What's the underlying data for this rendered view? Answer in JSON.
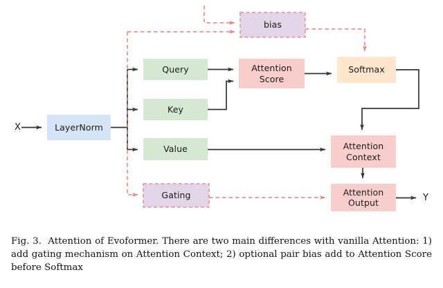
{
  "figure": {
    "caption_prefix": "Fig. 3.",
    "caption_text": "Attention of Evoformer. There are two main differences with vanilla Attention: 1) add gating mechanism on Attention Context; 2) optional pair bias add to Attention Score before Softmax"
  },
  "diagram": {
    "title": "Attention of Evoformer",
    "input_label": "X",
    "output_label": "Y",
    "colors": {
      "layernorm_fill": "#d6e4f7",
      "projection_fill": "#d5e8d4",
      "attention_fill": "#f8cecc",
      "softmax_fill": "#ffe6cc",
      "optional_fill": "#e1d5e7",
      "solid_edge": "#333333",
      "dashed_edge": "#e8817c"
    },
    "nodes": [
      {
        "id": "layernorm",
        "label": "LayerNorm",
        "fill": "#d6e4f7",
        "style": "solid"
      },
      {
        "id": "query",
        "label": "Query",
        "fill": "#d5e8d4",
        "style": "solid"
      },
      {
        "id": "key",
        "label": "Key",
        "fill": "#d5e8d4",
        "style": "solid"
      },
      {
        "id": "value",
        "label": "Value",
        "fill": "#d5e8d4",
        "style": "solid"
      },
      {
        "id": "attention_score",
        "label": "Attention\nScore",
        "fill": "#f8cecc",
        "style": "solid"
      },
      {
        "id": "softmax",
        "label": "Softmax",
        "fill": "#ffe6cc",
        "style": "solid"
      },
      {
        "id": "attention_context",
        "label": "Attention\nContext",
        "fill": "#f8cecc",
        "style": "solid"
      },
      {
        "id": "attention_output",
        "label": "Attention\nOutput",
        "fill": "#f8cecc",
        "style": "solid"
      },
      {
        "id": "bias",
        "label": "bias",
        "fill": "#e1d5e7",
        "style": "dashed"
      },
      {
        "id": "gating",
        "label": "Gating",
        "fill": "#e1d5e7",
        "style": "dashed"
      }
    ],
    "edges": [
      {
        "from": "X",
        "to": "layernorm",
        "style": "solid"
      },
      {
        "from": "layernorm",
        "to": "query",
        "style": "solid"
      },
      {
        "from": "layernorm",
        "to": "key",
        "style": "solid"
      },
      {
        "from": "layernorm",
        "to": "value",
        "style": "solid"
      },
      {
        "from": "query",
        "to": "attention_score",
        "style": "solid"
      },
      {
        "from": "key",
        "to": "attention_score",
        "style": "solid"
      },
      {
        "from": "attention_score",
        "to": "softmax",
        "style": "solid"
      },
      {
        "from": "softmax",
        "to": "attention_context",
        "style": "solid"
      },
      {
        "from": "value",
        "to": "attention_context",
        "style": "solid"
      },
      {
        "from": "attention_context",
        "to": "attention_output",
        "style": "solid"
      },
      {
        "from": "attention_output",
        "to": "Y",
        "style": "solid"
      },
      {
        "from": "layernorm_branch",
        "to": "bias",
        "style": "dashed"
      },
      {
        "from": "external_pair",
        "to": "bias",
        "style": "dashed"
      },
      {
        "from": "bias",
        "to": "softmax",
        "style": "dashed"
      },
      {
        "from": "layernorm_branch",
        "to": "gating",
        "style": "dashed"
      },
      {
        "from": "gating",
        "to": "attention_output",
        "style": "dashed"
      }
    ]
  }
}
